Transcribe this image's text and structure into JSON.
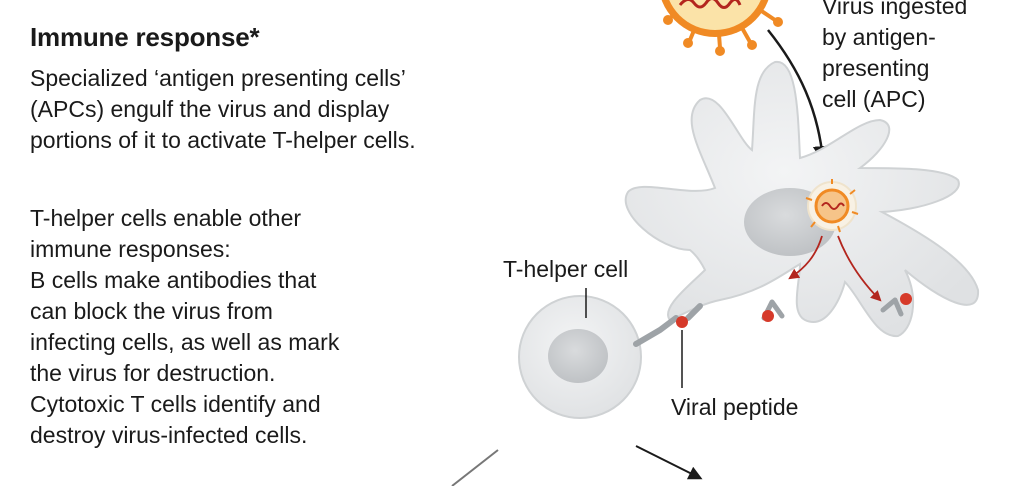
{
  "heading": "Immune response*",
  "paragraph1": [
    "Specialized ‘antigen presenting cells’",
    "(APCs) engulf the virus and display",
    "portions of it to activate T-helper cells."
  ],
  "paragraph2": [
    "T-helper cells enable other",
    "immune responses:",
    "B cells make antibodies that",
    "can block the virus from",
    "infecting cells, as well as mark",
    "the virus for destruction.",
    "Cytotoxic T cells identify and",
    "destroy virus-infected cells."
  ],
  "labels": {
    "virus_ingested": [
      "Virus ingested",
      "by antigen-",
      "presenting",
      "cell (APC)"
    ],
    "t_helper_cell": "T-helper cell",
    "viral_peptide": "Viral peptide"
  },
  "colors": {
    "cell_fill": "#e8e9ea",
    "cell_stroke": "#cfd2d4",
    "nucleus": "#c9ccce",
    "virus_orange": "#f08a24",
    "virus_core": "#fbe3a8",
    "rna_red": "#b3261e",
    "peptide_red": "#d63a2a",
    "text": "#1a1a1a"
  }
}
